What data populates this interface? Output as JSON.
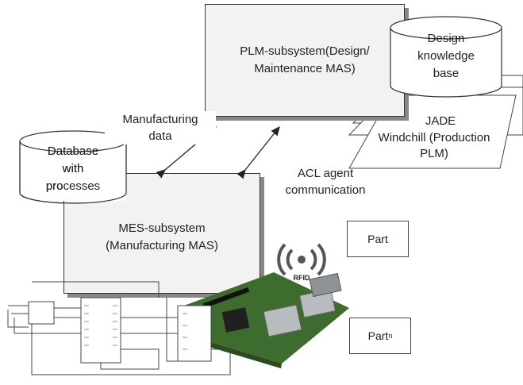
{
  "plm_box": {
    "label": "PLM-subsystem(Design/\nMaintenance MAS)"
  },
  "mes_box": {
    "label": "MES-subsystem\n(Manufacturing MAS)"
  },
  "design_db": {
    "label": "Design\nknowledge\nbase"
  },
  "process_db": {
    "label": "Database\nwith\nprocesses"
  },
  "layers": {
    "jade": "JADE",
    "windchill": "Windchill (Production\nPLM)"
  },
  "links": {
    "manufacturing_data": "Manufacturing\ndata",
    "acl": "ACL agent\ncommunication"
  },
  "parts": {
    "part": "Part",
    "part_n": "Part",
    "part_n_sub": "n"
  },
  "rfid": {
    "label": "RFID"
  }
}
